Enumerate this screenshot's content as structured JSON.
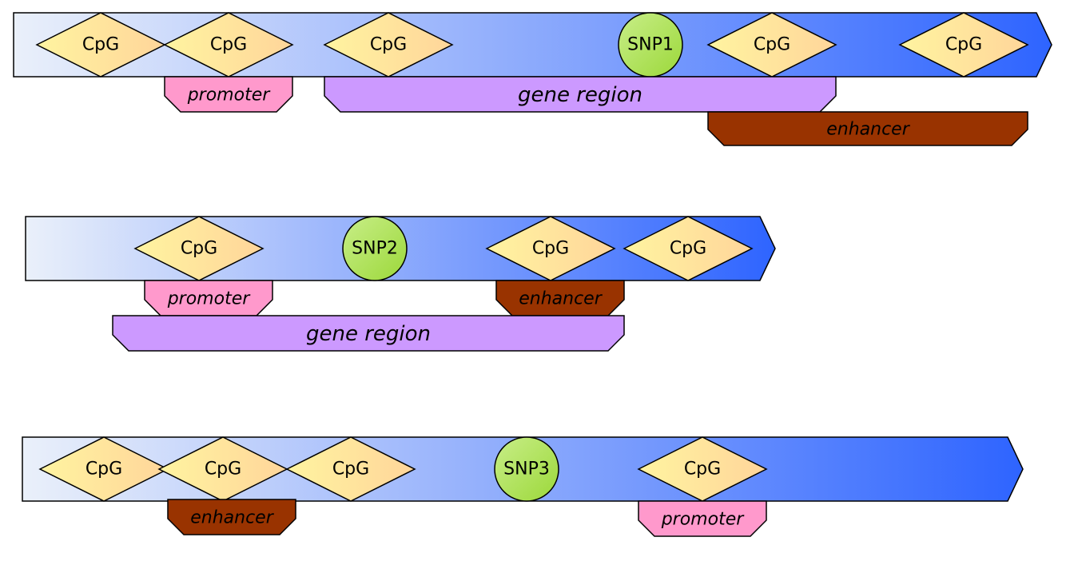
{
  "colors": {
    "track_start": "#eaf0fa",
    "track_end": "#2e64ff",
    "cpg_start": "#fff4a0",
    "cpg_end": "#ffd59a",
    "snp_start": "#c8ee88",
    "snp_end": "#9cd83a",
    "promoter": "#ff99cc",
    "gene_region": "#cc99ff",
    "enhancer": "#993300",
    "outline": "#000000",
    "text": "#000000"
  },
  "tracks": [
    {
      "cpg_label": "CpG",
      "snp": {
        "label": "SNP1"
      },
      "features": [
        {
          "type": "promoter",
          "label": "promoter"
        },
        {
          "type": "gene_region",
          "label": "gene region"
        },
        {
          "type": "enhancer",
          "label": "enhancer"
        }
      ]
    },
    {
      "cpg_label": "CpG",
      "snp": {
        "label": "SNP2"
      },
      "features": [
        {
          "type": "promoter",
          "label": "promoter"
        },
        {
          "type": "enhancer",
          "label": "enhancer"
        },
        {
          "type": "gene_region",
          "label": "gene region"
        }
      ]
    },
    {
      "cpg_label": "CpG",
      "snp": {
        "label": "SNP3"
      },
      "features": [
        {
          "type": "enhancer",
          "label": "enhancer"
        },
        {
          "type": "promoter",
          "label": "promoter"
        }
      ]
    }
  ]
}
